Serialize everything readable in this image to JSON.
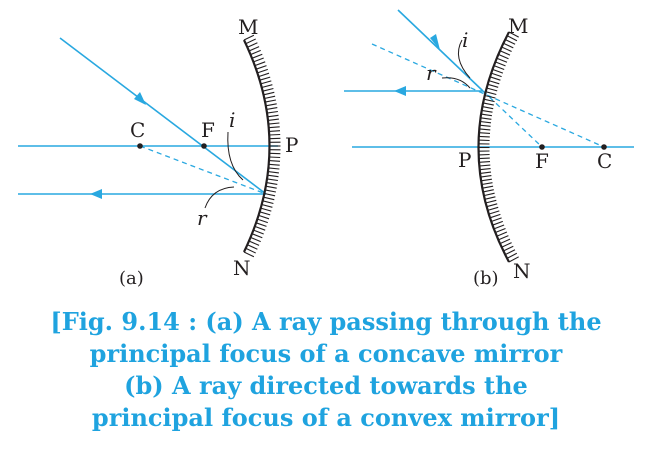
{
  "diagram": {
    "a": {
      "mirror_top_label": "M",
      "mirror_bottom_label": "N",
      "pole_label": "P",
      "center_label": "C",
      "focus_label": "F",
      "incidence_angle_label": "i",
      "reflection_angle_label": "r",
      "sub_label": "(a)"
    },
    "b": {
      "mirror_top_label": "M",
      "mirror_bottom_label": "N",
      "pole_label": "P",
      "center_label": "C",
      "focus_label": "F",
      "incidence_angle_label": "i",
      "reflection_angle_label": "r",
      "sub_label": "(b)"
    },
    "colors": {
      "ray": "#29a8e0",
      "ink": "#231f20",
      "caption": "#1fa3df"
    }
  },
  "caption": {
    "line1": "[Fig. 9.14 : (a) A ray passing through the",
    "line2": "principal focus of a concave mirror",
    "line3": "(b) A ray directed towards the",
    "line4": "principal focus of a convex mirror]"
  }
}
